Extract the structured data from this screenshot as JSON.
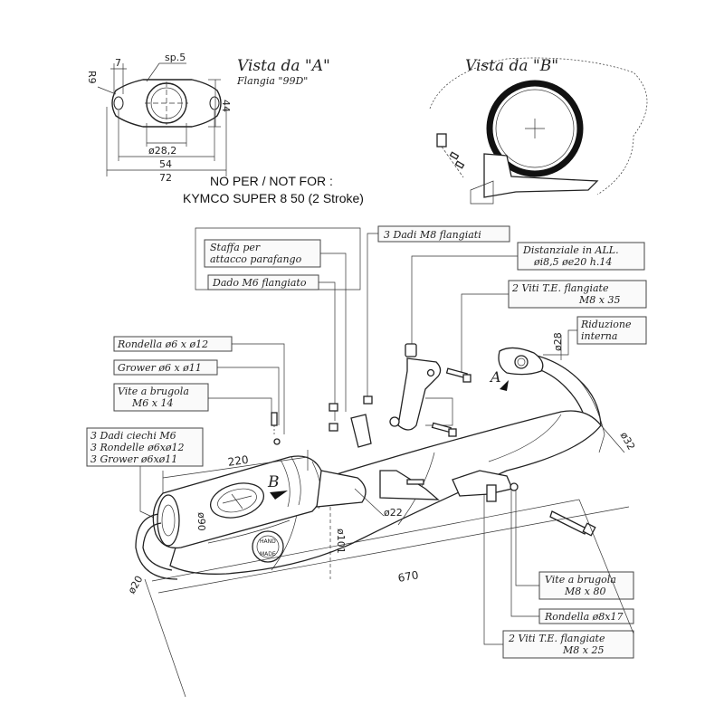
{
  "views": {
    "view_a_title": "Vista da \"A\"",
    "view_a_subtitle": "Flangia \"99D\"",
    "view_b_title": "Vista da \"B\""
  },
  "flange_dims": {
    "thickness": "sp.5",
    "d7": "7",
    "r9": "R9",
    "d44": "44",
    "d28": "ø28,2",
    "d54": "54",
    "d72": "72"
  },
  "notice": {
    "line1": "NO PER  /  NOT FOR :",
    "line2": "KYMCO SUPER 8 50 (2 Stroke)"
  },
  "labels": {
    "staffa_1": "Staffa per",
    "staffa_2": "attacco parafango",
    "dado_m6": "Dado M6 flangiato",
    "dadi_m8": "3 Dadi M8 flangiati",
    "distanziale_1": "Distanziale in ALL.",
    "distanziale_2": "øi8,5 øe20 h.14",
    "viti_te35_1": "2 Viti T.E. flangiate",
    "viti_te35_2": "M8 x 35",
    "riduzione_1": "Riduzione",
    "riduzione_2": "interna",
    "rondella6": "Rondella ø6 x ø12",
    "grower6": "Grower ø6 x ø11",
    "vite_m6_1": "Vite a brugola",
    "vite_m6_2": "M6 x 14",
    "kit_1": "3 Dadi ciechi M6",
    "kit_2": "3 Rondelle ø6xø12",
    "kit_3": "3 Grower ø6xø11",
    "vite_m8_1": "Vite a brugola",
    "vite_m8_2": "M8 x 80",
    "rondella8": "Rondella ø8x17",
    "viti_te25_1": "2 Viti T.E. flangiate",
    "viti_te25_2": "M8 x 25"
  },
  "dimensions": {
    "d220": "220",
    "d90": "ø90",
    "d101": "ø101",
    "d22": "ø22",
    "d20": "ø20",
    "d670": "670",
    "d32": "ø32",
    "d28b": "ø28"
  },
  "markers": {
    "a": "A",
    "b": "B"
  },
  "stamp": {
    "line1": "HAND",
    "line2": "MADE"
  }
}
